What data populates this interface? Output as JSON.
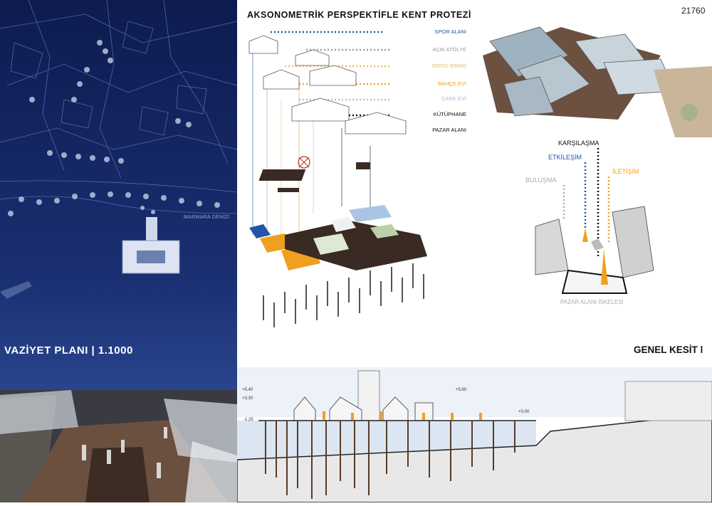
{
  "project_number": "21760",
  "site_plan": {
    "title": "VAZİYET PLANI | 1.1000",
    "sea_label": "MARMARA DENİZİ"
  },
  "axonometric": {
    "title": "AKSONOMETRİK PERSPEKTİFLE KENT PROTEZİ",
    "legend": [
      {
        "label": "SPOR ALANI",
        "color": "#2255a4"
      },
      {
        "label": "AÇIK ATÖLYE",
        "color": "#9a9a9a"
      },
      {
        "label": "SERGİ BİRİMİ",
        "color": "#e8c060"
      },
      {
        "label": "BAHÇE EVİ",
        "color": "#f0a020"
      },
      {
        "label": "ÇARK EVİ",
        "color": "#a8c0d8"
      },
      {
        "label": "KÜTÜPHANE",
        "color": "#111111"
      },
      {
        "label": "PAZAR ALANI",
        "color": "#111111"
      }
    ]
  },
  "concept": {
    "labels": [
      {
        "label": "KARŞILAŞMA",
        "color": "#111111"
      },
      {
        "label": "ETKİLEŞİM",
        "color": "#2255a4"
      },
      {
        "label": "İLETİŞİM",
        "color": "#f0a020"
      },
      {
        "label": "BULUŞMA",
        "color": "#aaaaaa"
      }
    ],
    "pier_label": "PAZAR ALANI İSKELESİ"
  },
  "section": {
    "title": "GENEL KESİT | 1.200",
    "levels": [
      "+5.40",
      "+3.30",
      "-1.25",
      "+5.60",
      "+0.00"
    ]
  }
}
